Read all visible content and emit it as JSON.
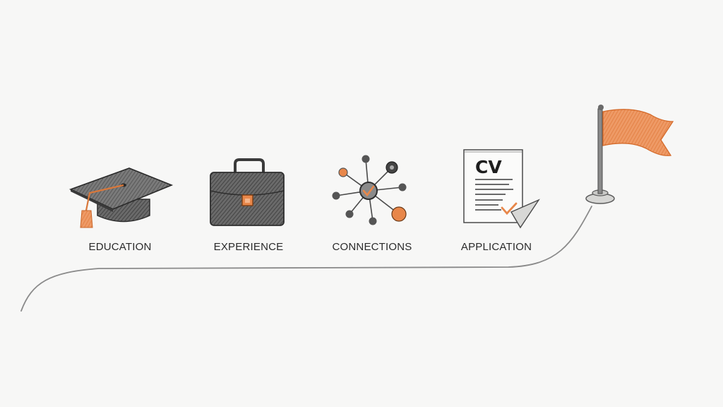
{
  "steps": [
    {
      "label": "EDUCATION",
      "icon": "graduation-cap-icon"
    },
    {
      "label": "EXPERIENCE",
      "icon": "briefcase-icon"
    },
    {
      "label": "CONNECTIONS",
      "icon": "network-icon"
    },
    {
      "label": "APPLICATION",
      "icon": "cv-document-icon"
    }
  ],
  "document": {
    "heading": "CV"
  },
  "goal": {
    "icon": "goal-flag-icon"
  },
  "colors": {
    "accent": "#e8874a",
    "ink": "#3c3c3c",
    "path": "#8a8a8a",
    "background": "#f7f7f6"
  }
}
